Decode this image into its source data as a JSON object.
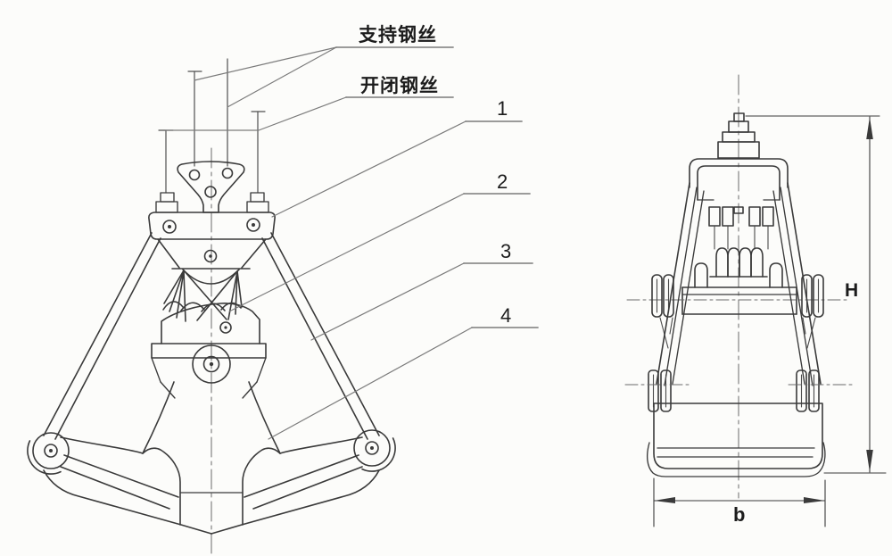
{
  "drawing": {
    "background_color": "#fcfcfa",
    "line_color": "#3a3a3a",
    "leader_color": "#7b7b7b",
    "text_color": "#1c1c1c",
    "front_view": {
      "wire_labels": [
        {
          "id": "support-wire",
          "text": "支持钢丝"
        },
        {
          "id": "open-close-wire",
          "text": "开闭钢丝"
        }
      ],
      "part_callouts": [
        {
          "number": "1"
        },
        {
          "number": "2"
        },
        {
          "number": "3"
        },
        {
          "number": "4"
        }
      ]
    },
    "side_view": {
      "dimension_labels": [
        {
          "id": "height",
          "text": "H"
        },
        {
          "id": "width",
          "text": "b"
        }
      ]
    }
  }
}
